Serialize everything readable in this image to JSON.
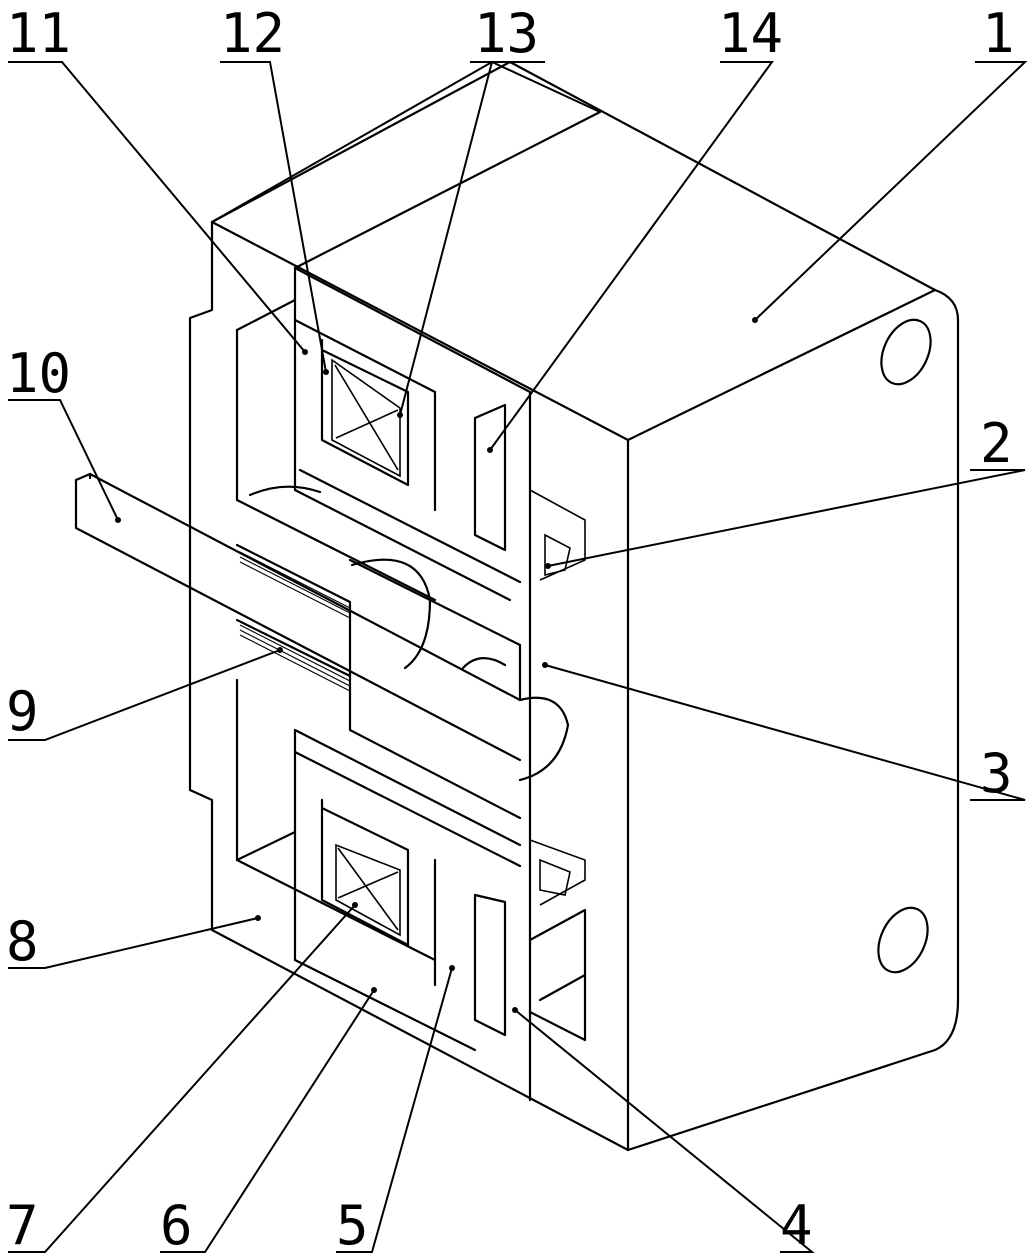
{
  "figure": {
    "type": "patent-mechanical-drawing",
    "line_color": "#000000",
    "background": "#ffffff"
  },
  "callouts": [
    {
      "id": "c11",
      "label": "11"
    },
    {
      "id": "c12",
      "label": "12"
    },
    {
      "id": "c13",
      "label": "13"
    },
    {
      "id": "c14",
      "label": "14"
    },
    {
      "id": "c1",
      "label": "1"
    },
    {
      "id": "c10",
      "label": "10"
    },
    {
      "id": "c2",
      "label": "2"
    },
    {
      "id": "c9",
      "label": "9"
    },
    {
      "id": "c3",
      "label": "3"
    },
    {
      "id": "c8",
      "label": "8"
    },
    {
      "id": "c7",
      "label": "7"
    },
    {
      "id": "c6",
      "label": "6"
    },
    {
      "id": "c5",
      "label": "5"
    },
    {
      "id": "c4",
      "label": "4"
    }
  ]
}
